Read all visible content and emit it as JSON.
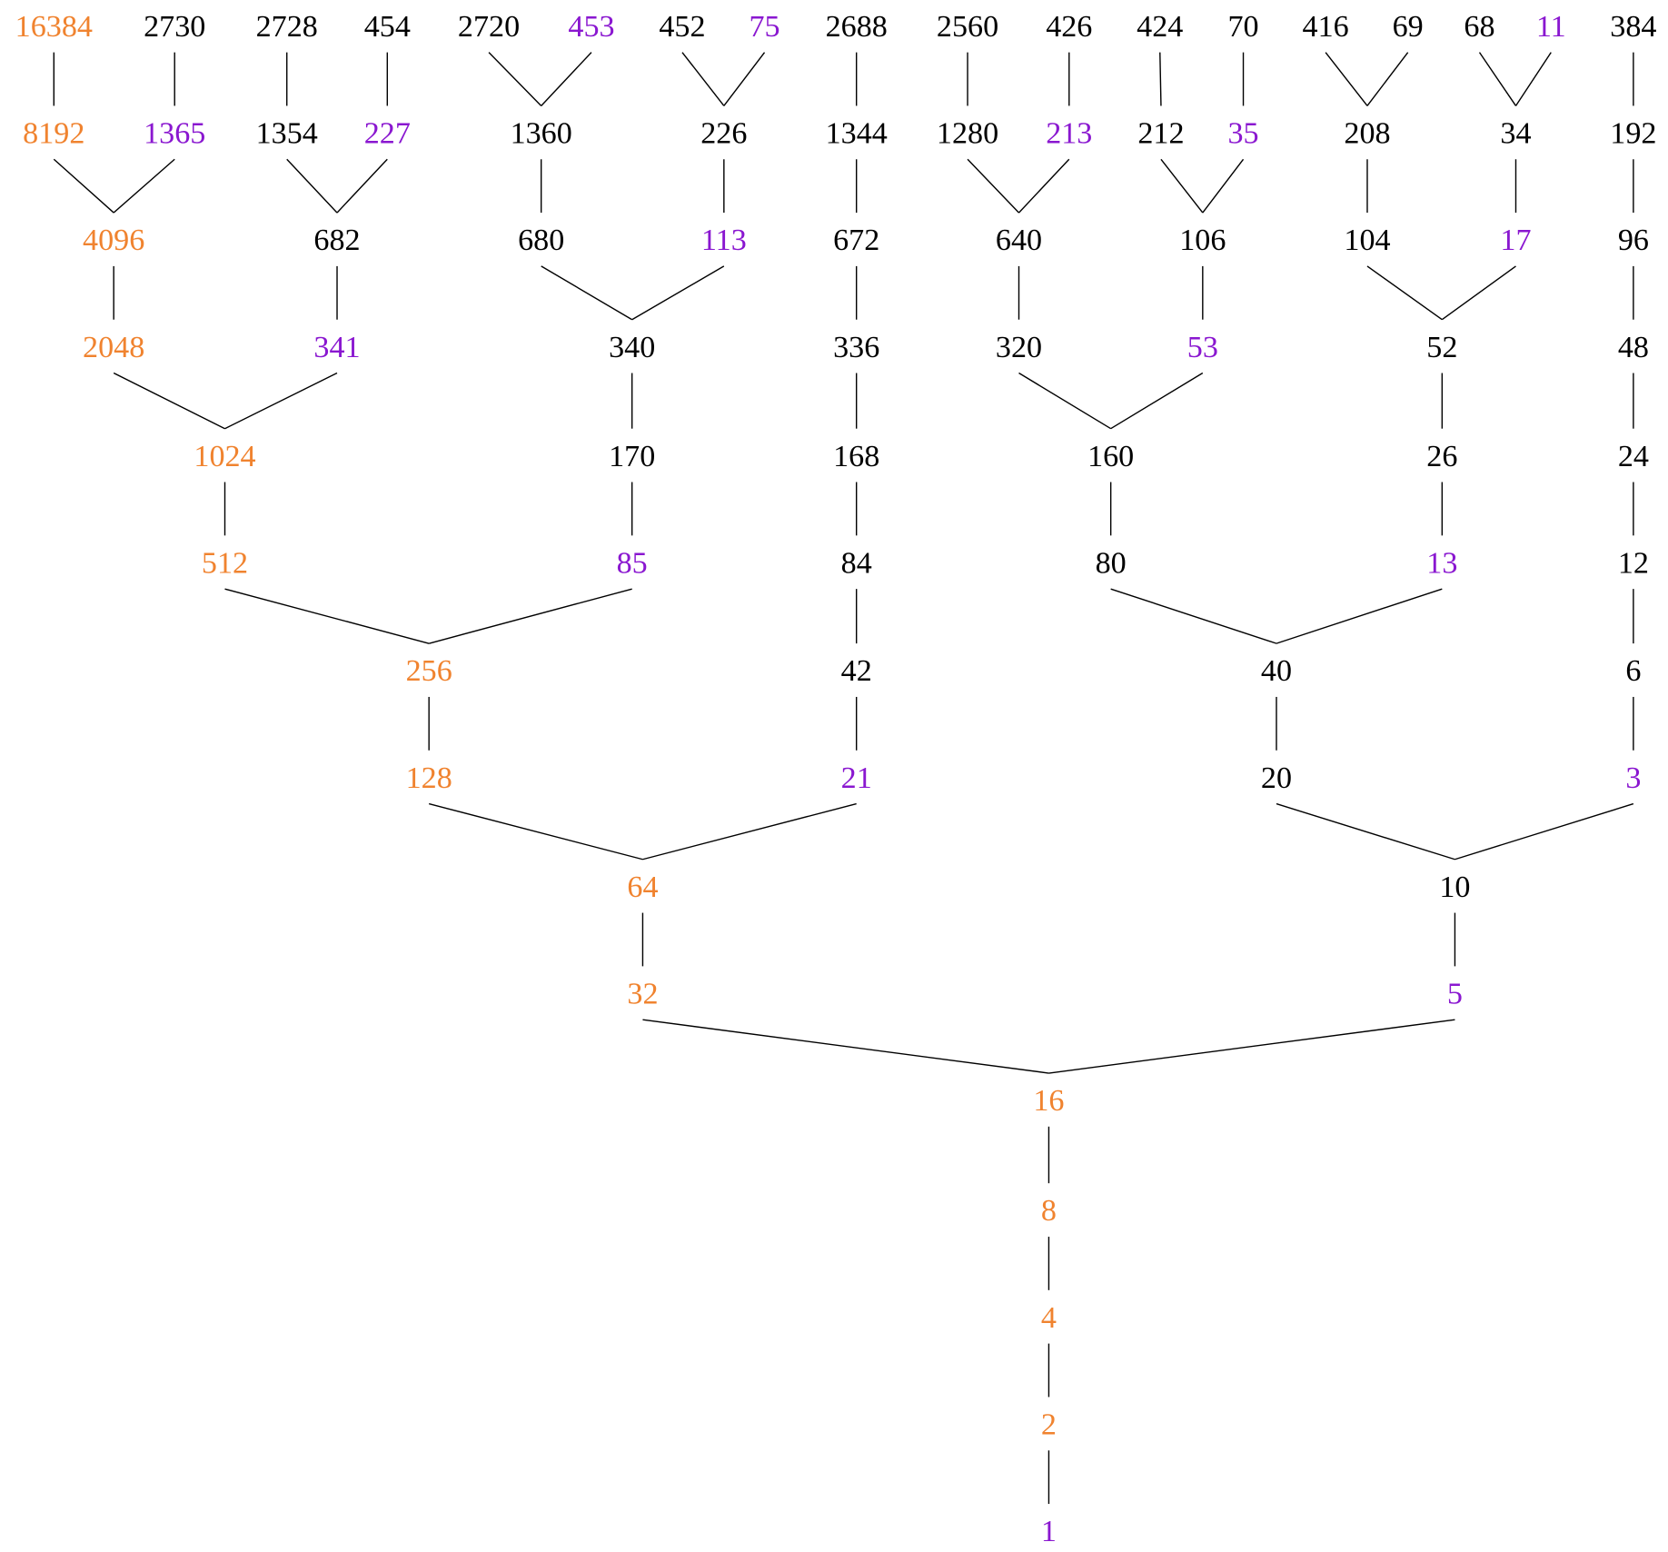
{
  "colors": {
    "orange": "#f0832f",
    "purple": "#8a17d0",
    "black": "#000000"
  },
  "rows": [
    [
      [
        "16384",
        "orange"
      ],
      [
        "2730",
        "black"
      ],
      [
        "2728",
        "black"
      ],
      [
        "454",
        "black"
      ],
      [
        "2720",
        "black"
      ],
      [
        "453",
        "purple"
      ],
      [
        "452",
        "black"
      ],
      [
        "75",
        "purple"
      ],
      [
        "2688",
        "black"
      ],
      [
        "2560",
        "black"
      ],
      [
        "426",
        "black"
      ],
      [
        "424",
        "black"
      ],
      [
        "70",
        "black"
      ],
      [
        "416",
        "black"
      ],
      [
        "69",
        "black"
      ],
      [
        "68",
        "black"
      ],
      [
        "11",
        "purple"
      ],
      [
        "384",
        "black"
      ]
    ],
    [
      [
        "8192",
        "orange"
      ],
      [
        "1365",
        "purple"
      ],
      [
        "1354",
        "black"
      ],
      [
        "227",
        "purple"
      ],
      [
        "1360",
        "black"
      ],
      [
        "226",
        "black"
      ],
      [
        "1344",
        "black"
      ],
      [
        "1280",
        "black"
      ],
      [
        "213",
        "purple"
      ],
      [
        "212",
        "black"
      ],
      [
        "35",
        "purple"
      ],
      [
        "208",
        "black"
      ],
      [
        "34",
        "black"
      ],
      [
        "192",
        "black"
      ]
    ],
    [
      [
        "4096",
        "orange"
      ],
      [
        "682",
        "black"
      ],
      [
        "680",
        "black"
      ],
      [
        "113",
        "purple"
      ],
      [
        "672",
        "black"
      ],
      [
        "640",
        "black"
      ],
      [
        "106",
        "black"
      ],
      [
        "104",
        "black"
      ],
      [
        "17",
        "purple"
      ],
      [
        "96",
        "black"
      ]
    ],
    [
      [
        "2048",
        "orange"
      ],
      [
        "341",
        "purple"
      ],
      [
        "340",
        "black"
      ],
      [
        "336",
        "black"
      ],
      [
        "320",
        "black"
      ],
      [
        "53",
        "purple"
      ],
      [
        "52",
        "black"
      ],
      [
        "48",
        "black"
      ]
    ],
    [
      [
        "1024",
        "orange"
      ],
      [
        "170",
        "black"
      ],
      [
        "168",
        "black"
      ],
      [
        "160",
        "black"
      ],
      [
        "26",
        "black"
      ],
      [
        "24",
        "black"
      ]
    ],
    [
      [
        "512",
        "orange"
      ],
      [
        "85",
        "purple"
      ],
      [
        "84",
        "black"
      ],
      [
        "80",
        "black"
      ],
      [
        "13",
        "purple"
      ],
      [
        "12",
        "black"
      ]
    ],
    [
      [
        "256",
        "orange"
      ],
      [
        "42",
        "black"
      ],
      [
        "40",
        "black"
      ],
      [
        "6",
        "black"
      ]
    ],
    [
      [
        "128",
        "orange"
      ],
      [
        "21",
        "purple"
      ],
      [
        "20",
        "black"
      ],
      [
        "3",
        "purple"
      ]
    ],
    [
      [
        "64",
        "orange"
      ],
      [
        "10",
        "black"
      ]
    ],
    [
      [
        "32",
        "orange"
      ],
      [
        "5",
        "purple"
      ]
    ],
    [
      [
        "16",
        "orange"
      ]
    ],
    [
      [
        "8",
        "orange"
      ]
    ],
    [
      [
        "4",
        "orange"
      ]
    ],
    [
      [
        "2",
        "orange"
      ]
    ],
    [
      [
        "1",
        "purple"
      ]
    ]
  ],
  "edges": [
    [
      "16384",
      "8192"
    ],
    [
      "2730",
      "1365"
    ],
    [
      "2728",
      "1354"
    ],
    [
      "454",
      "227"
    ],
    [
      "2720",
      "1360"
    ],
    [
      "453",
      "1360"
    ],
    [
      "452",
      "226"
    ],
    [
      "75",
      "226"
    ],
    [
      "2688",
      "1344"
    ],
    [
      "2560",
      "1280"
    ],
    [
      "426",
      "213"
    ],
    [
      "424",
      "212"
    ],
    [
      "70",
      "35"
    ],
    [
      "416",
      "208"
    ],
    [
      "69",
      "208"
    ],
    [
      "68",
      "34"
    ],
    [
      "11",
      "34"
    ],
    [
      "384",
      "192"
    ],
    [
      "8192",
      "4096"
    ],
    [
      "1365",
      "4096"
    ],
    [
      "1354",
      "682"
    ],
    [
      "227",
      "682"
    ],
    [
      "1360",
      "680"
    ],
    [
      "226",
      "113"
    ],
    [
      "1344",
      "672"
    ],
    [
      "1280",
      "640"
    ],
    [
      "213",
      "640"
    ],
    [
      "212",
      "106"
    ],
    [
      "35",
      "106"
    ],
    [
      "208",
      "104"
    ],
    [
      "34",
      "17"
    ],
    [
      "192",
      "96"
    ],
    [
      "4096",
      "2048"
    ],
    [
      "682",
      "341"
    ],
    [
      "680",
      "340"
    ],
    [
      "113",
      "340"
    ],
    [
      "672",
      "336"
    ],
    [
      "640",
      "320"
    ],
    [
      "106",
      "53"
    ],
    [
      "104",
      "52"
    ],
    [
      "17",
      "52"
    ],
    [
      "96",
      "48"
    ],
    [
      "2048",
      "1024"
    ],
    [
      "341",
      "1024"
    ],
    [
      "340",
      "170"
    ],
    [
      "336",
      "168"
    ],
    [
      "320",
      "160"
    ],
    [
      "53",
      "160"
    ],
    [
      "52",
      "26"
    ],
    [
      "48",
      "24"
    ],
    [
      "1024",
      "512"
    ],
    [
      "170",
      "85"
    ],
    [
      "168",
      "84"
    ],
    [
      "160",
      "80"
    ],
    [
      "26",
      "13"
    ],
    [
      "24",
      "12"
    ],
    [
      "512",
      "256"
    ],
    [
      "85",
      "256"
    ],
    [
      "84",
      "42"
    ],
    [
      "80",
      "40"
    ],
    [
      "13",
      "40"
    ],
    [
      "12",
      "6"
    ],
    [
      "256",
      "128"
    ],
    [
      "42",
      "21"
    ],
    [
      "40",
      "20"
    ],
    [
      "6",
      "3"
    ],
    [
      "128",
      "64"
    ],
    [
      "21",
      "64"
    ],
    [
      "20",
      "10"
    ],
    [
      "3",
      "10"
    ],
    [
      "64",
      "32"
    ],
    [
      "10",
      "5"
    ],
    [
      "32",
      "16"
    ],
    [
      "5",
      "16"
    ],
    [
      "16",
      "8"
    ],
    [
      "8",
      "4"
    ],
    [
      "4",
      "2"
    ],
    [
      "2",
      "1"
    ]
  ]
}
